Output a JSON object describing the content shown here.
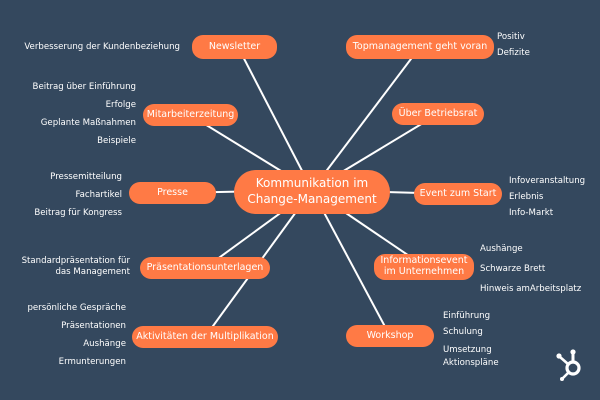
{
  "colors": {
    "background": "#34485e",
    "node": "#ff7a45",
    "line": "#ffffff",
    "text": "#ffffff"
  },
  "center": {
    "label_line1": "Kommunikation im",
    "label_line2": "Change-Management"
  },
  "nodes": {
    "newsletter": {
      "label": "Newsletter",
      "items": [
        "Verbesserung der Kundenbeziehung"
      ]
    },
    "mitarbeiterzeitung": {
      "label": "Mitarbeiterzeitung",
      "items": [
        "Beitrag über Einführung",
        "Erfolge",
        "Geplante Maßnahmen",
        "Beispiele"
      ]
    },
    "presse": {
      "label": "Presse",
      "items": [
        "Pressemitteilung",
        "Fachartikel",
        "Beitrag für Kongress"
      ]
    },
    "praesentationsunterlagen": {
      "label": "Präsentationsunterlagen",
      "items": [
        "Standardpräsentation für das Management"
      ]
    },
    "multiplikation": {
      "label": "Aktivitäten der Multiplikation",
      "items": [
        "persönliche Gespräche",
        "Präsentationen",
        "Aushänge",
        "Ermunterungen"
      ]
    },
    "topmanagement": {
      "label": "Topmanagement geht voran",
      "items": [
        "Positiv",
        "Defizite"
      ]
    },
    "betriebsrat": {
      "label": "Über Betriebsrat",
      "items": []
    },
    "event": {
      "label": "Event zum Start",
      "items": [
        "Infoveranstaltung",
        "Erlebnis",
        "Info-Markt"
      ]
    },
    "infoevent": {
      "label_line1": "Informationsevent",
      "label_line2": "im Unternehmen",
      "items": [
        "Aushänge",
        "Schwarze Brett",
        "Hinweis amArbeitsplatz"
      ]
    },
    "workshop": {
      "label": "Workshop",
      "items": [
        "Einführung",
        "Schulung",
        "Umsetzung",
        "Aktionspläne"
      ]
    }
  },
  "logo": {
    "name": "hubspot-sprocket-logo"
  }
}
